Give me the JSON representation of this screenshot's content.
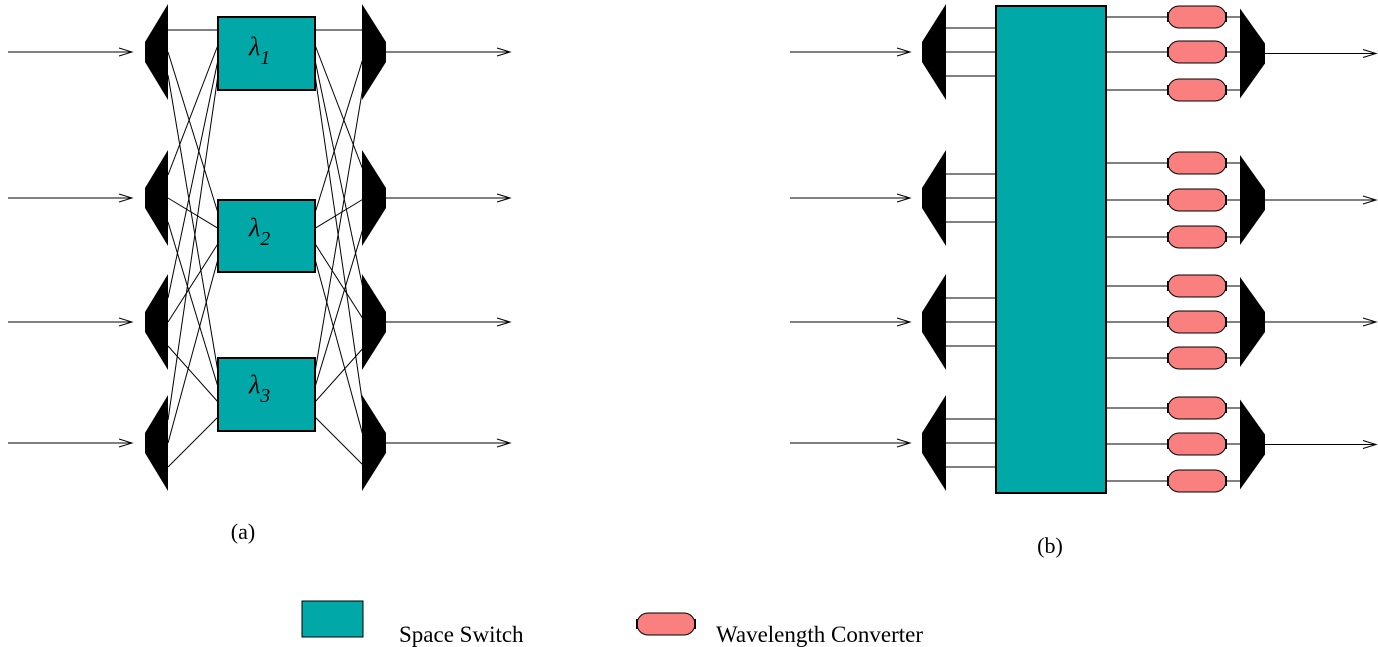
{
  "diagram": {
    "panel_a": {
      "caption": "(a)",
      "switch_labels": [
        {
          "symbol": "λ",
          "subscript": "1"
        },
        {
          "symbol": "λ",
          "subscript": "2"
        },
        {
          "symbol": "λ",
          "subscript": "3"
        }
      ]
    },
    "panel_b": {
      "caption": "(b)"
    },
    "legend": {
      "space_switch": "Space Switch",
      "wavelength_converter": "Wavelength Converter"
    },
    "colors": {
      "space_switch": "#00a8a8",
      "wavelength_converter": "#fa8080",
      "demux": "#000000",
      "line": "#000000"
    }
  }
}
